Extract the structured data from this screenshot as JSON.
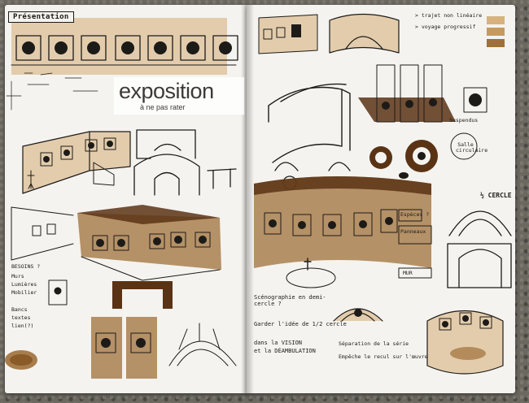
{
  "left_page": {
    "heading": "Présentation",
    "title": "exposition",
    "subtitle": "à ne pas rater",
    "notes": [
      "BESOINS ?",
      "Murs",
      "Lumières",
      "Mobilier",
      "Bancs",
      "textes",
      "lien(?)"
    ]
  },
  "right_page": {
    "notes_top": [
      "> trajet non linéaire",
      "> voyage progressif"
    ],
    "label_suspendus": "Suspendus",
    "label_salle": "Salle circulaire",
    "notes_mid": [
      "Espèces ?",
      "Panneaux",
      "MUR"
    ],
    "label_demi_cercle": "½ CERCLE",
    "label_scenographie": "Scénographie en demi-cercle ?",
    "notes_bottom": [
      "Garder l'idée de 1/2 cercle",
      "dans la VISION",
      "et la DÉAMBULATION",
      "Séparation de la série",
      "Empêche le recul sur l'œuvre"
    ]
  },
  "colors": {
    "paper": "#f4f3ef",
    "ink": "#1d1b18",
    "sepia": "#a0703a",
    "dark_wash": "#5a3315"
  }
}
